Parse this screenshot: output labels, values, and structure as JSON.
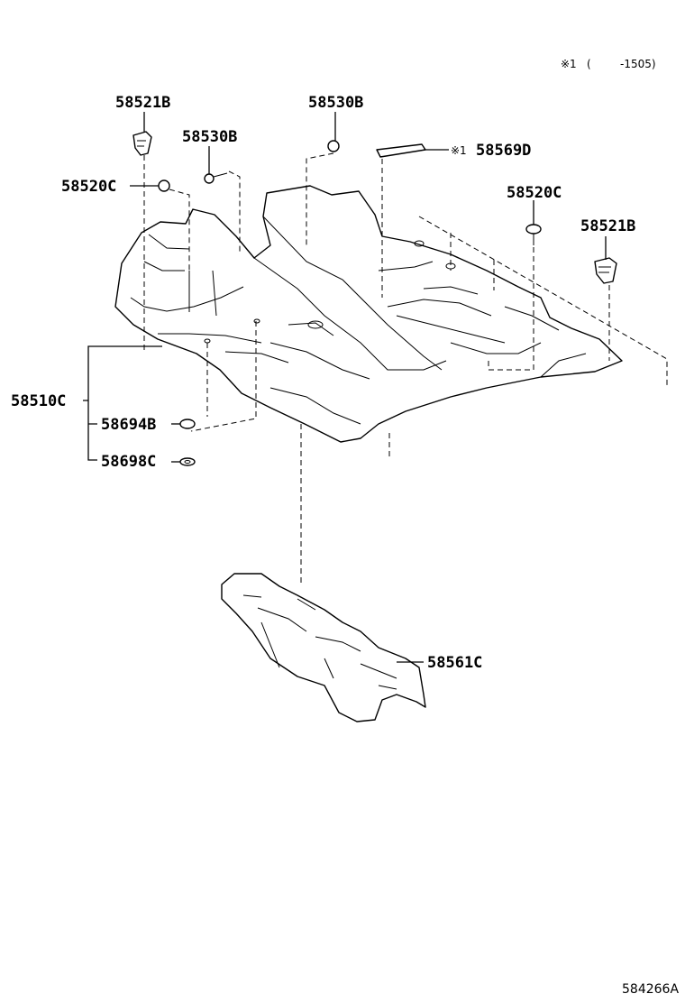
{
  "header": {
    "note_mark": "※1",
    "note_paren_open": "(",
    "note_range": "-1505)"
  },
  "parts": {
    "clip_left": "58521B",
    "screw_center": "58530B",
    "screw_left": "58530B",
    "clip_front_left": "58520C",
    "pad_top": "58569D",
    "pad_top_mark": "※1",
    "clip_front_right": "58520C",
    "clip_right": "58521B",
    "carpet_main": "58510C",
    "grommet": "58694B",
    "washer": "58698C",
    "rear_carpet": "58561C"
  },
  "footer": {
    "illustration_code": "584266A"
  }
}
